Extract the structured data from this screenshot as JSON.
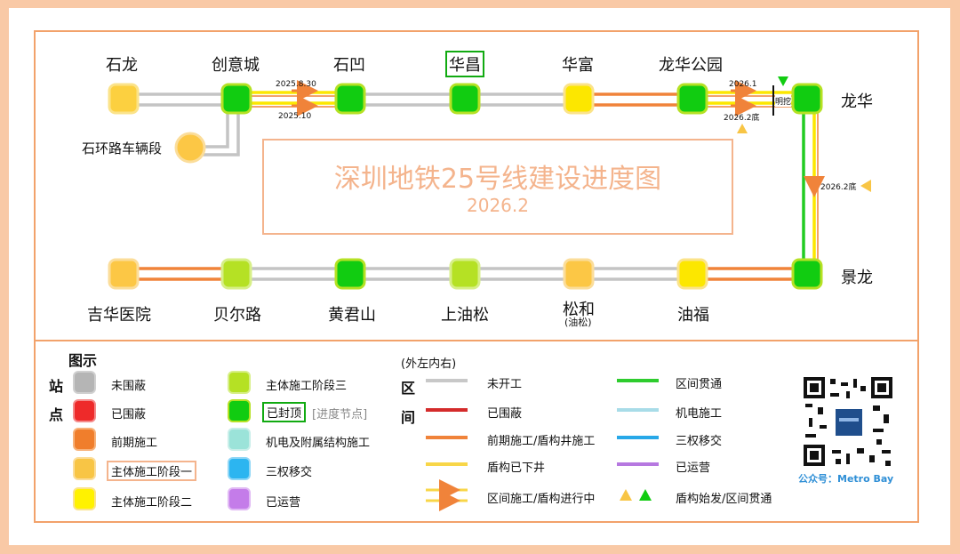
{
  "title": "深圳地铁25号线建设进度图",
  "date": "2026.2",
  "stations_top": [
    "石龙",
    "创意城",
    "石凹",
    "华昌",
    "华富",
    "龙华公园"
  ],
  "station_longhua": "龙华",
  "station_jinglong": "景龙",
  "stations_bottom": [
    "吉华医院",
    "贝尔路",
    "黄君山",
    "上油松",
    "松和",
    "油福"
  ],
  "songhe_sub": "(油松)",
  "depot": "石环路车辆段",
  "annotations": {
    "a1": "2025.8.30",
    "a2": "2025.10",
    "a3": "2026.1",
    "a4": "2026.2底",
    "a5": "2026.2底",
    "longhua_tag": "明挖"
  },
  "legend": {
    "title": "图示",
    "station_title": [
      "站",
      "点"
    ],
    "section_title": [
      "区",
      "间"
    ],
    "section_note": "(外左内右)",
    "station_items": [
      {
        "label": "未围蔽",
        "color": "#b5b5b5"
      },
      {
        "label": "已围蔽",
        "color": "#ee2a2a"
      },
      {
        "label": "前期施工",
        "color": "#f07e2c"
      },
      {
        "label": "主体施工阶段一",
        "color": "#f8c545"
      },
      {
        "label": "主体施工阶段二",
        "color": "#fff200"
      },
      {
        "label": "主体施工阶段三",
        "color": "#b5e124"
      },
      {
        "label": "已封顶",
        "color": "#11cc11"
      },
      {
        "label": "机电及附属结构施工",
        "color": "#9be3d9"
      },
      {
        "label": "三权移交",
        "color": "#2cb5f0"
      },
      {
        "label": "已运营",
        "color": "#c47ce9"
      }
    ],
    "progress_node": "[进度节点]",
    "section_items": [
      {
        "label": "未开工",
        "color": "#c8c8c8"
      },
      {
        "label": "已围蔽",
        "color": "#d42b2b"
      },
      {
        "label": "前期施工/盾构井施工",
        "color": "#f0833a"
      },
      {
        "label": "盾构已下井",
        "color": "#f8d648"
      },
      {
        "label": "区间施工/盾构进行中",
        "color": "#f8d648"
      },
      {
        "label": "区间贯通",
        "color": "#2ecc2e"
      },
      {
        "label": "机电施工",
        "color": "#a8dce8"
      },
      {
        "label": "三权移交",
        "color": "#28a8e8"
      },
      {
        "label": "已运营",
        "color": "#b678e0"
      }
    ],
    "shield_label": "盾构始发/区间贯通"
  },
  "qr_caption": "公众号：Metro Bay",
  "colors": {
    "grey": "#c4c4c4",
    "orange": "#f0833a",
    "yellow": "#fce700",
    "green": "#22cc22",
    "accent": "#f2a26b"
  }
}
